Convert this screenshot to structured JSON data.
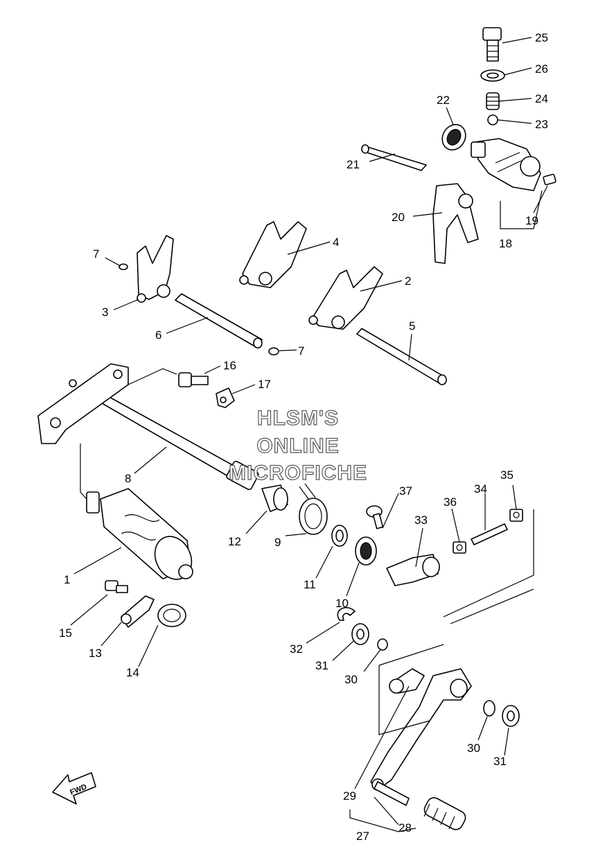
{
  "watermark": {
    "line1": "HLSM'S",
    "line2": "ONLINE",
    "line3": "MICROFICHE"
  },
  "fwd_arrow_label": "FWD",
  "callouts": [
    {
      "id": "c25",
      "label": "25"
    },
    {
      "id": "c26",
      "label": "26"
    },
    {
      "id": "c24",
      "label": "24"
    },
    {
      "id": "c23",
      "label": "23"
    },
    {
      "id": "c22",
      "label": "22"
    },
    {
      "id": "c21",
      "label": "21"
    },
    {
      "id": "c20",
      "label": "20"
    },
    {
      "id": "c19",
      "label": "19"
    },
    {
      "id": "c18",
      "label": "18"
    },
    {
      "id": "c7a",
      "label": "7"
    },
    {
      "id": "c4",
      "label": "4"
    },
    {
      "id": "c2",
      "label": "2"
    },
    {
      "id": "c3",
      "label": "3"
    },
    {
      "id": "c6",
      "label": "6"
    },
    {
      "id": "c7b",
      "label": "7"
    },
    {
      "id": "c5",
      "label": "5"
    },
    {
      "id": "c16",
      "label": "16"
    },
    {
      "id": "c17",
      "label": "17"
    },
    {
      "id": "c8",
      "label": "8"
    },
    {
      "id": "c37",
      "label": "37"
    },
    {
      "id": "c34",
      "label": "34"
    },
    {
      "id": "c35",
      "label": "35"
    },
    {
      "id": "c36",
      "label": "36"
    },
    {
      "id": "c33",
      "label": "33"
    },
    {
      "id": "c12",
      "label": "12"
    },
    {
      "id": "c9",
      "label": "9"
    },
    {
      "id": "c11",
      "label": "11"
    },
    {
      "id": "c10",
      "label": "10"
    },
    {
      "id": "c1",
      "label": "1"
    },
    {
      "id": "c15",
      "label": "15"
    },
    {
      "id": "c13",
      "label": "13"
    },
    {
      "id": "c14",
      "label": "14"
    },
    {
      "id": "c32",
      "label": "32"
    },
    {
      "id": "c31a",
      "label": "31"
    },
    {
      "id": "c30a",
      "label": "30"
    },
    {
      "id": "c30b",
      "label": "30"
    },
    {
      "id": "c31b",
      "label": "31"
    },
    {
      "id": "c29",
      "label": "29"
    },
    {
      "id": "c27",
      "label": "27"
    },
    {
      "id": "c28",
      "label": "28"
    }
  ]
}
